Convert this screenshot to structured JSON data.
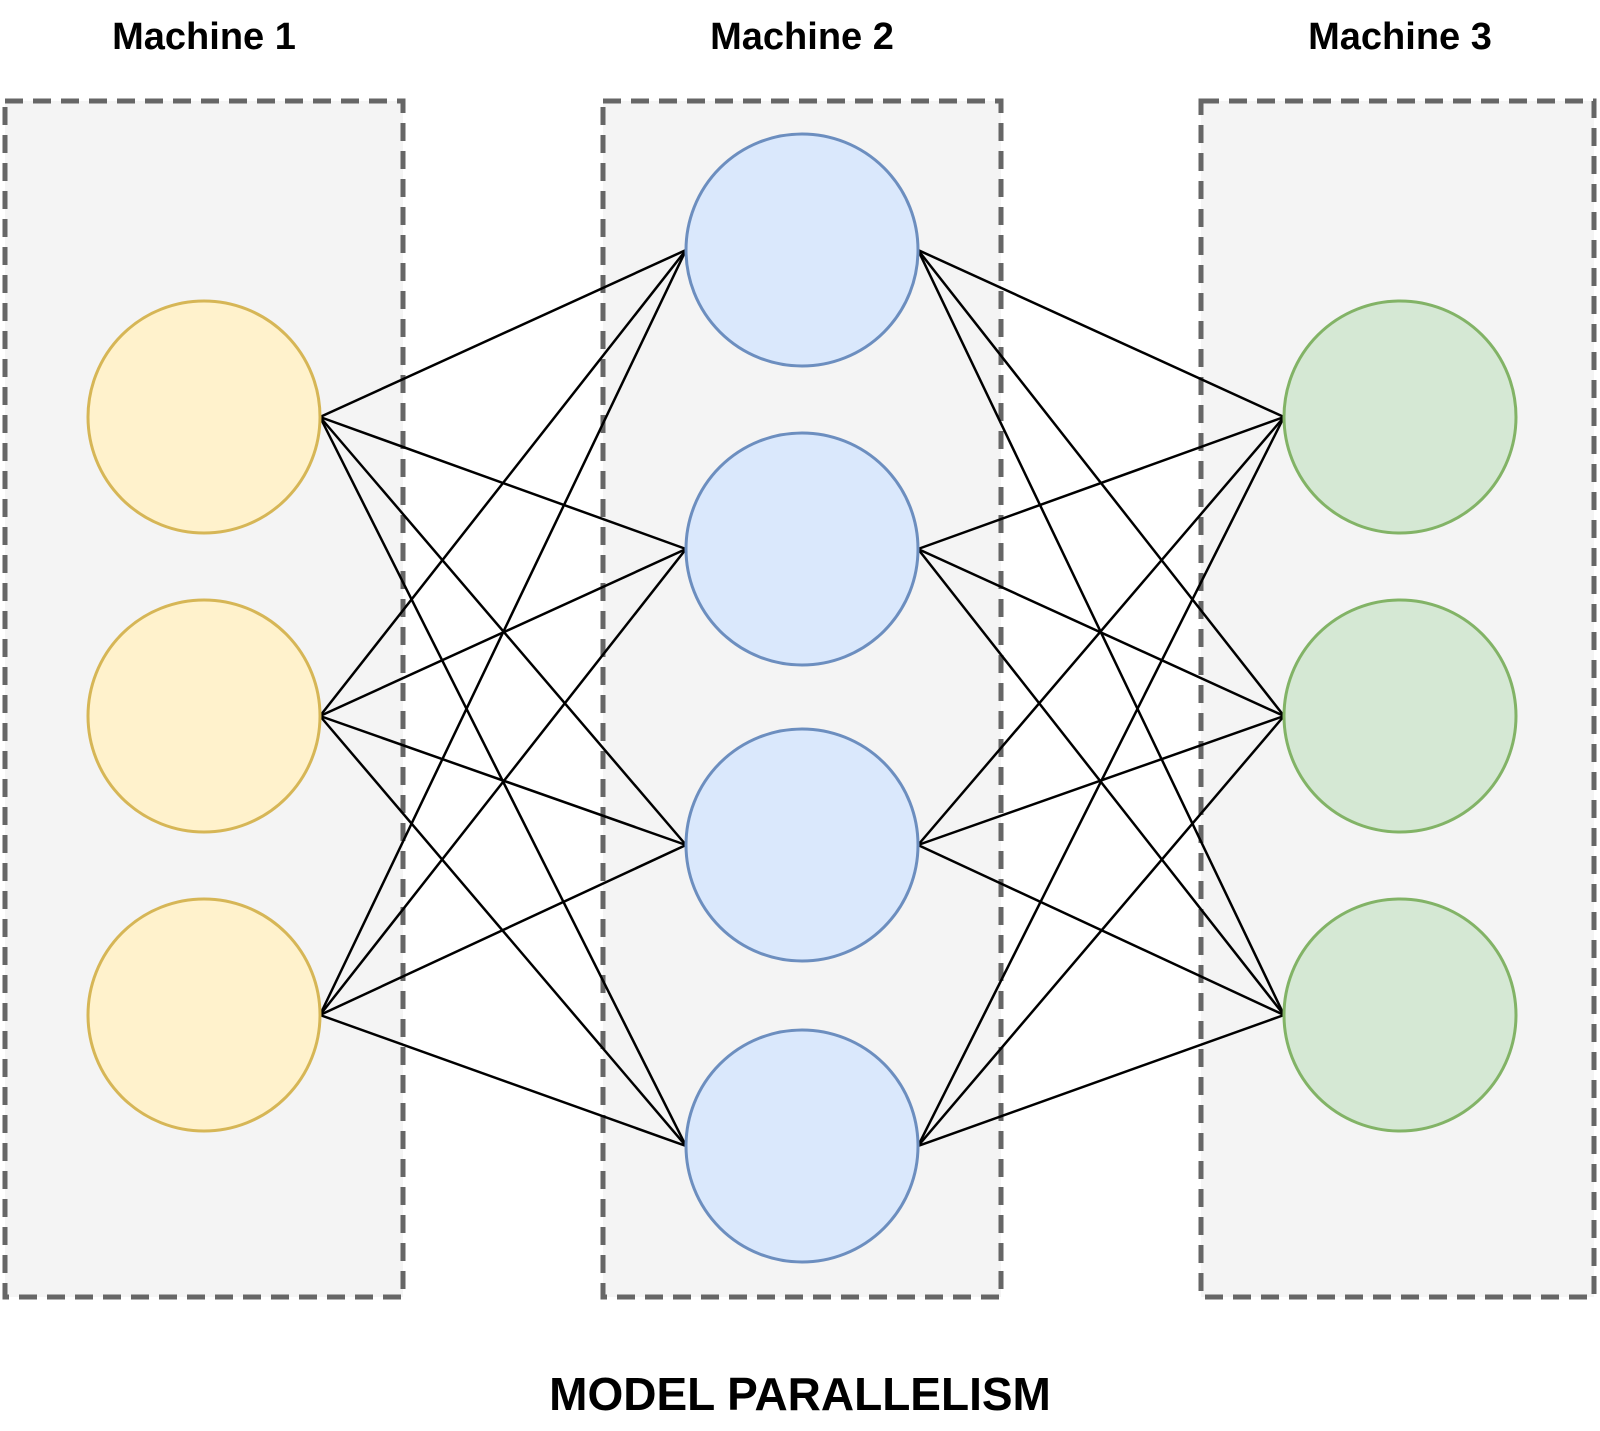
{
  "title": "MODEL PARALLELISM",
  "machines": [
    {
      "label": "Machine 1",
      "node_count": 3,
      "fill": "#fff2cc",
      "stroke": "#d6b656"
    },
    {
      "label": "Machine 2",
      "node_count": 4,
      "fill": "#dae8fc",
      "stroke": "#6c8ebf"
    },
    {
      "label": "Machine 3",
      "node_count": 3,
      "fill": "#d5e8d4",
      "stroke": "#82b366"
    }
  ],
  "connectivity": "fully-connected between adjacent machines",
  "colors": {
    "box_fill": "#f4f4f4",
    "box_border": "#666666",
    "edge": "#000000"
  }
}
